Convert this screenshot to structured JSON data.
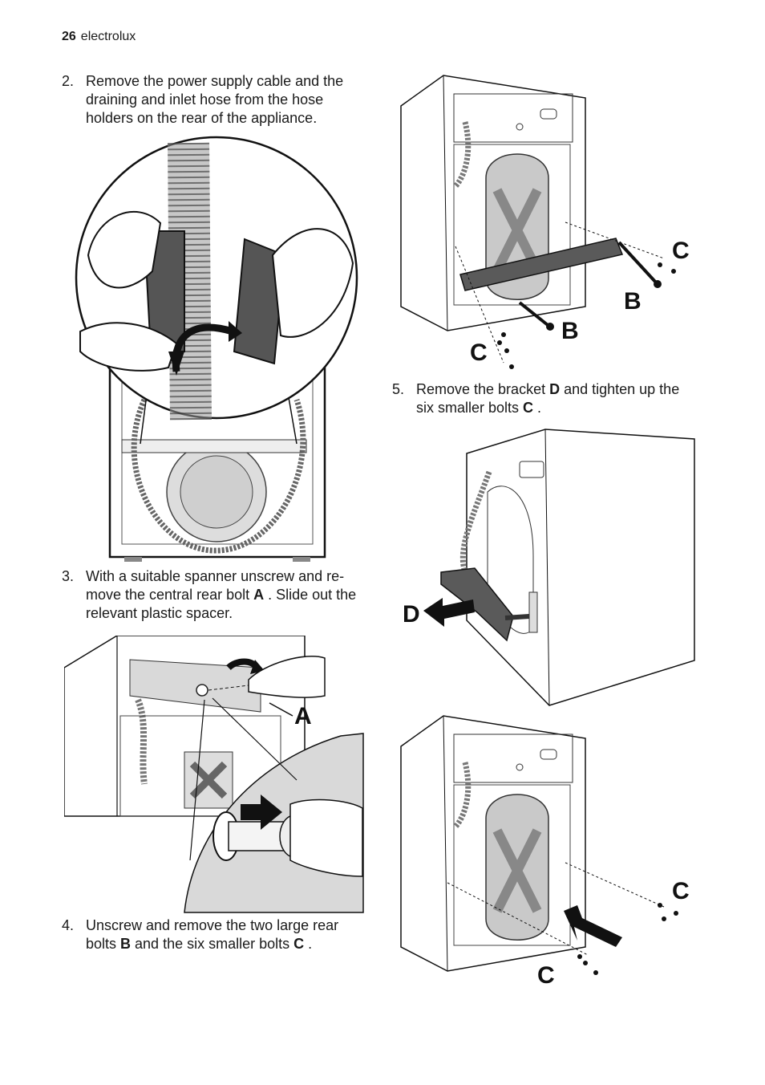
{
  "header": {
    "page_number": "26",
    "brand": "electrolux"
  },
  "steps": [
    {
      "number": "2.",
      "lines": [
        "Remove the power supply cable and the",
        "draining and inlet hose from the hose",
        "holders on the rear of the appliance."
      ]
    },
    {
      "number": "3.",
      "line1": "With a suitable spanner unscrew and re-",
      "line2_pre": "move the central rear bolt ",
      "line2_bold": "A",
      "line2_post": " . Slide out the",
      "line3": "relevant plastic spacer."
    },
    {
      "number": "4.",
      "line1": "Unscrew and remove the two large rear",
      "line2_pre": "bolts ",
      "line2_b1": "B",
      "line2_mid": " and the six smaller bolts ",
      "line2_b2": "C",
      "line2_post": " ."
    },
    {
      "number": "5.",
      "line1_pre": "Remove the bracket ",
      "line1_bold": "D",
      "line1_post": " and tighten up the",
      "line2_pre": "six smaller bolts ",
      "line2_bold": "C",
      "line2_post": " ."
    }
  ],
  "figure_labels": {
    "fig_a": "A",
    "fig_b_c1": "C",
    "fig_b_b1": "B",
    "fig_b_b2": "B",
    "fig_b_c2": "C",
    "fig_d": "D",
    "fig_c_c1": "C",
    "fig_c_c2": "C"
  }
}
